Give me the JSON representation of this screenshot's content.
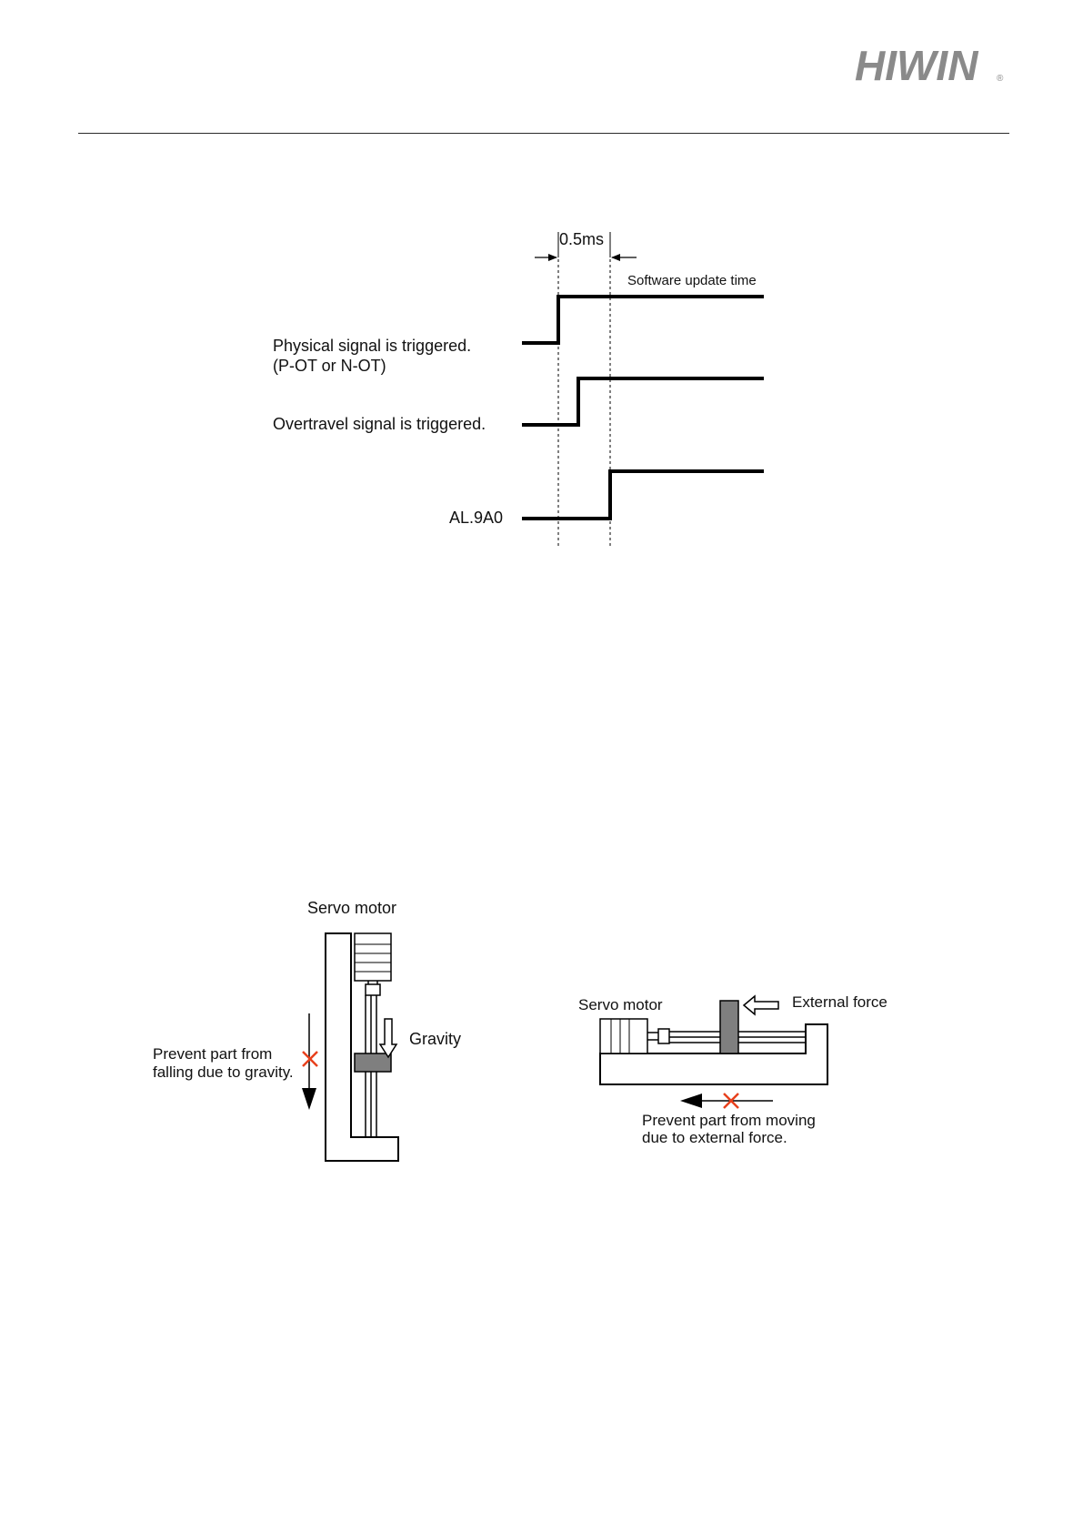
{
  "header": {
    "logo_text": "HIWIN",
    "registered_mark": "®"
  },
  "timing_diagram": {
    "interval_label": "0.5ms",
    "update_time_label": "Software update time",
    "signals": [
      {
        "label_line1": "Physical signal  is triggered.",
        "label_line2": "(P-OT or N-OT)"
      },
      {
        "label_line1": "Overtravel signal is triggered."
      },
      {
        "label_line1": "AL.9A0"
      }
    ]
  },
  "vertical_axis_figure": {
    "servo_motor_label": "Servo motor",
    "gravity_label": "Gravity",
    "prevent_line1": "Prevent part from",
    "prevent_line2": "falling due to gravity."
  },
  "horizontal_axis_figure": {
    "servo_motor_label": "Servo motor",
    "external_force_label": "External force",
    "prevent_line1": "Prevent part from moving",
    "prevent_line2": "due to external force."
  },
  "colors": {
    "logo": "#8a8a8a",
    "line": "#000000",
    "carriage": "#7f7f7f",
    "cross": "#e8401c"
  }
}
